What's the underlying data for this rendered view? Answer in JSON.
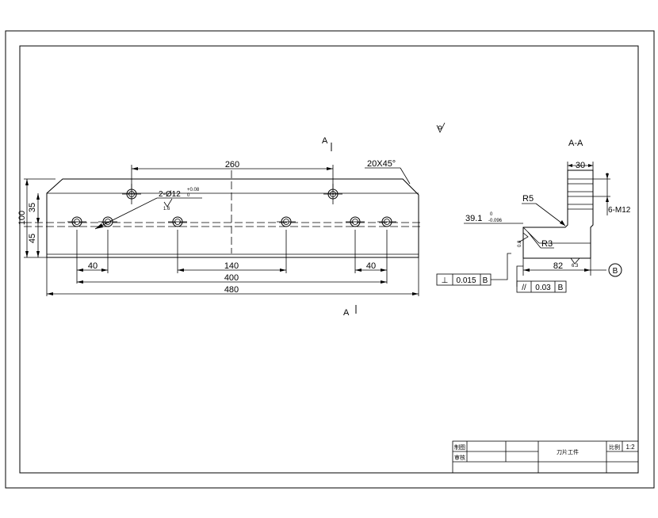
{
  "front_view": {
    "section_mark_top": "A",
    "section_mark_bottom": "A",
    "chamfer_note": "20X45°",
    "hole_note": "2-Ø12",
    "hole_tol_upper": "+0.08",
    "hole_tol_lower": "0",
    "hole_roughness": "1.6",
    "dims": {
      "top_span": "260",
      "height_total": "100",
      "height_upper": "35",
      "height_lower": "45",
      "edge_left": "40",
      "middle_span": "140",
      "edge_right": "40",
      "hole_span": "400",
      "overall_length": "480"
    }
  },
  "section_view": {
    "title": "A-A",
    "width_top": "30",
    "thread_note": "6-M12",
    "radius_large": "R5",
    "radius_small": "R3",
    "height_value": "39.1",
    "height_tol_upper": "0",
    "height_tol_lower": "-0.096",
    "depth_value": "82",
    "roughness_a": "0.8",
    "roughness_b": "6.3",
    "datum_label": "B"
  },
  "tolerance_frames": [
    {
      "symbol": "⊥",
      "value": "0.015",
      "datum": "B"
    },
    {
      "symbol": "//",
      "value": "0.03",
      "datum": "B"
    }
  ],
  "title_block": {
    "row1_label": "制图",
    "row2_label": "审核",
    "part_name": "刀片工件",
    "scale_label": "比例",
    "scale_value": "1:2"
  }
}
